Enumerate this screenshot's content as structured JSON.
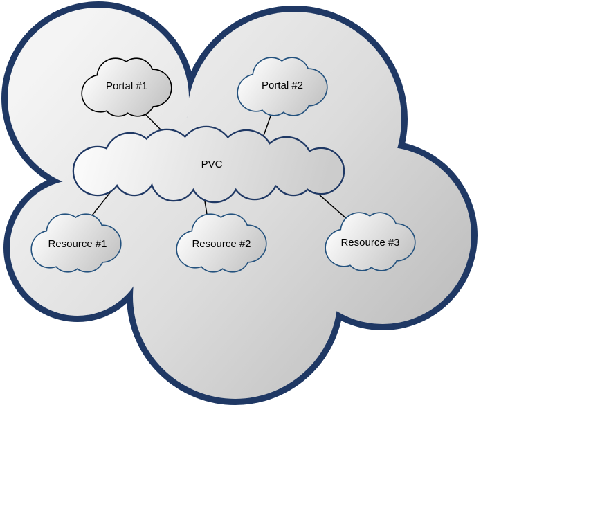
{
  "diagram": {
    "type": "network-cloud-diagram",
    "background": "#ffffff",
    "nodes": {
      "portal1": {
        "label": "Portal #1"
      },
      "portal2": {
        "label": "Portal #2"
      },
      "pvc": {
        "label": "PVC"
      },
      "resource1": {
        "label": "Resource #1"
      },
      "resource2": {
        "label": "Resource #2"
      },
      "resource3": {
        "label": "Resource #3"
      }
    },
    "edges": [
      {
        "from": "portal1",
        "to": "pvc"
      },
      {
        "from": "portal2",
        "to": "pvc"
      },
      {
        "from": "pvc",
        "to": "resource1"
      },
      {
        "from": "pvc",
        "to": "resource2"
      },
      {
        "from": "pvc",
        "to": "resource3"
      }
    ],
    "colors": {
      "outer_cloud_outline": "#1f3864",
      "pvc_outline": "#1f3864",
      "inner_cloud_outline": "#24527e",
      "portal1_outline": "#000000",
      "connector": "#000000",
      "label_text": "#000000",
      "fill_light": "#ffffff",
      "fill_dark": "#c4c4c4"
    }
  }
}
